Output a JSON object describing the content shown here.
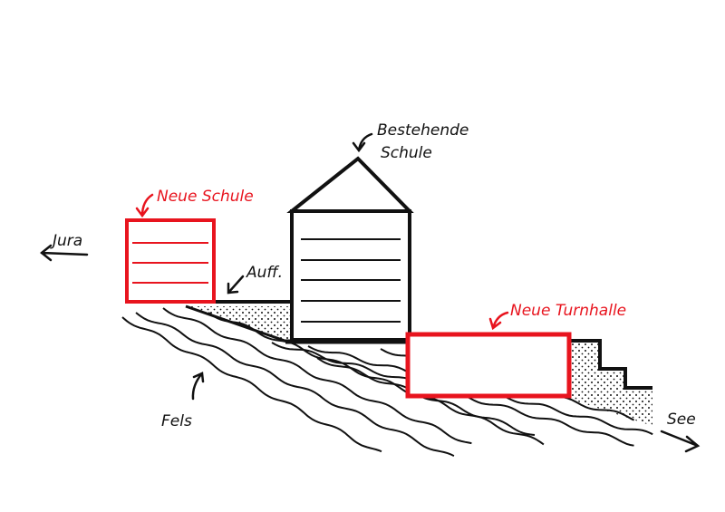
{
  "labels": {
    "existing_school_line1": "Bestehende",
    "existing_school_line2": "Schule",
    "new_school": "Neue Schule",
    "jura": "Jura",
    "fill": "Auff.",
    "new_gym": "Neue Turnhalle",
    "rock": "Fels",
    "lake": "See"
  },
  "colors": {
    "ink": "#111111",
    "new": "#e8141e"
  }
}
